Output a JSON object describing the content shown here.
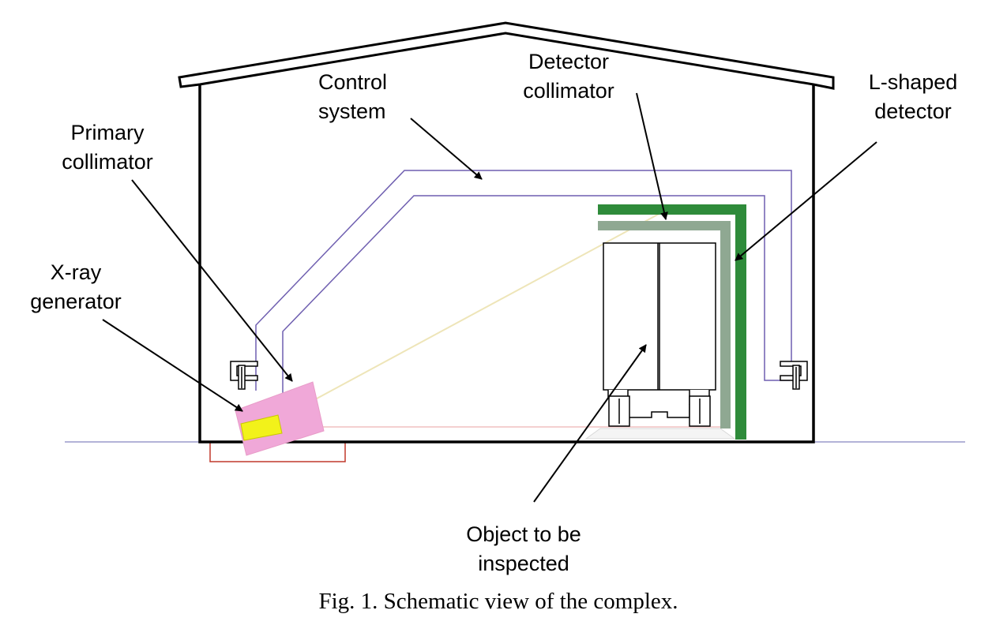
{
  "labels": {
    "control_system": [
      "Control",
      "system"
    ],
    "detector_collimator": [
      "Detector",
      "collimator"
    ],
    "l_shaped_detector": [
      "L-shaped",
      "detector"
    ],
    "primary_collimator": [
      "Primary",
      "collimator"
    ],
    "xray_generator": [
      "X-ray",
      "generator"
    ],
    "object_to_be_inspected": [
      "Object to be",
      "inspected"
    ]
  },
  "caption": "Fig. 1. Schematic view of the complex.",
  "colors": {
    "outline": "#000000",
    "control_line": "#6f5fb0",
    "detector": "#2e8b3a",
    "detector_collimator": "#8fa892",
    "beam": "#eee5b8",
    "collimator_fill": "#f0a8d8",
    "generator_fill": "#f2f21a",
    "foundation": "#c0392b",
    "floor_line": "#b3b3d8"
  }
}
